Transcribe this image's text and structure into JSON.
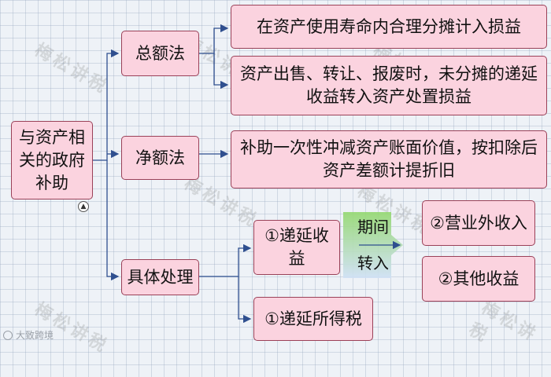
{
  "root": {
    "label": "与资产相关的政府补助"
  },
  "methods": {
    "gross": {
      "label": "总额法"
    },
    "net": {
      "label": "净额法"
    },
    "specific": {
      "label": "具体处理"
    }
  },
  "details": {
    "gross_1": "在资产使用寿命内合理分摊计入损益",
    "gross_2": "资产出售、转让、报废时，未分摊的递延收益转入资产处置损益",
    "net_1": "补助一次性冲减资产账面价值，按扣除后资产差额计提折旧",
    "deferred_income": "①递延收益",
    "deferred_tax": "①递延所得税",
    "other_income": "②营业外收入",
    "other_gains": "②其他收益"
  },
  "arrow": {
    "top": "期间",
    "bottom": "转入"
  },
  "watermark": "梅松讲税",
  "brand": "大致跨境",
  "colors": {
    "node_fill": "#fbd3df",
    "node_border": "#9a4158",
    "connector": "#2f4f8f",
    "arrow_green": "#93d86f",
    "arrow_blue": "#cfe0f5",
    "background": "#eef2f7"
  }
}
